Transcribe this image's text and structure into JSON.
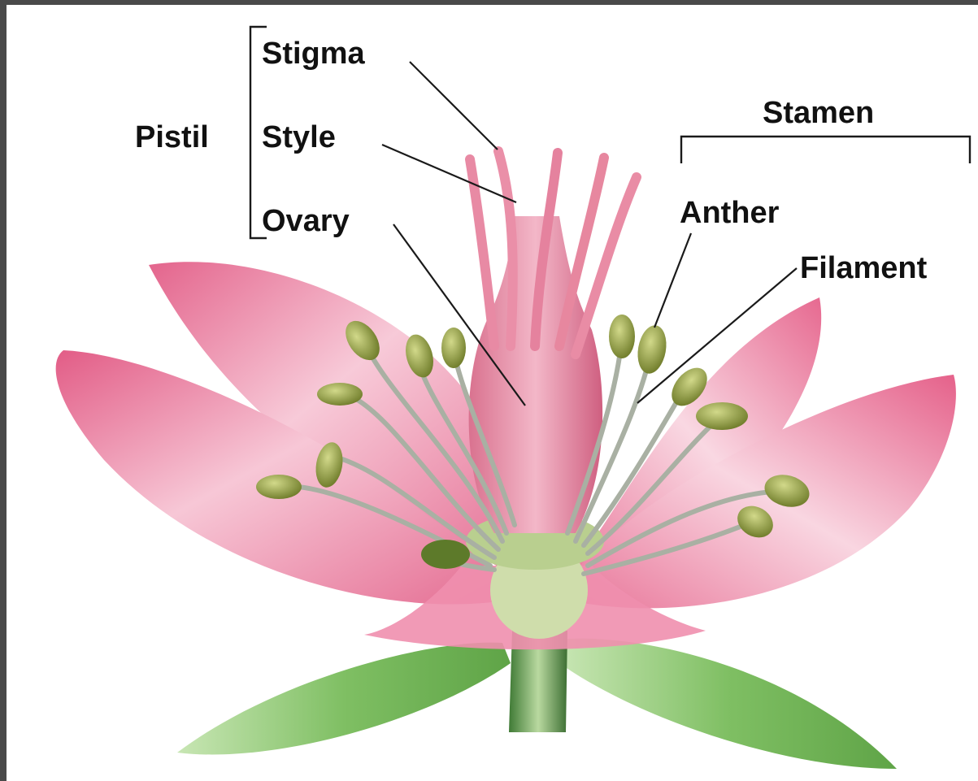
{
  "labels": {
    "pistil": "Pistil",
    "stigma": "Stigma",
    "style": "Style",
    "ovary": "Ovary",
    "stamen": "Stamen",
    "anther": "Anther",
    "filament": "Filament"
  },
  "colors": {
    "background": "#ffffff",
    "frame": "#4a4a4a",
    "petal": "#e9779a",
    "petal_light": "#f8d3df",
    "anther": "#8c9a3c",
    "filament": "#a8aea0",
    "sepal": "#7bbd5e",
    "receptacle": "#c7d6a3"
  }
}
